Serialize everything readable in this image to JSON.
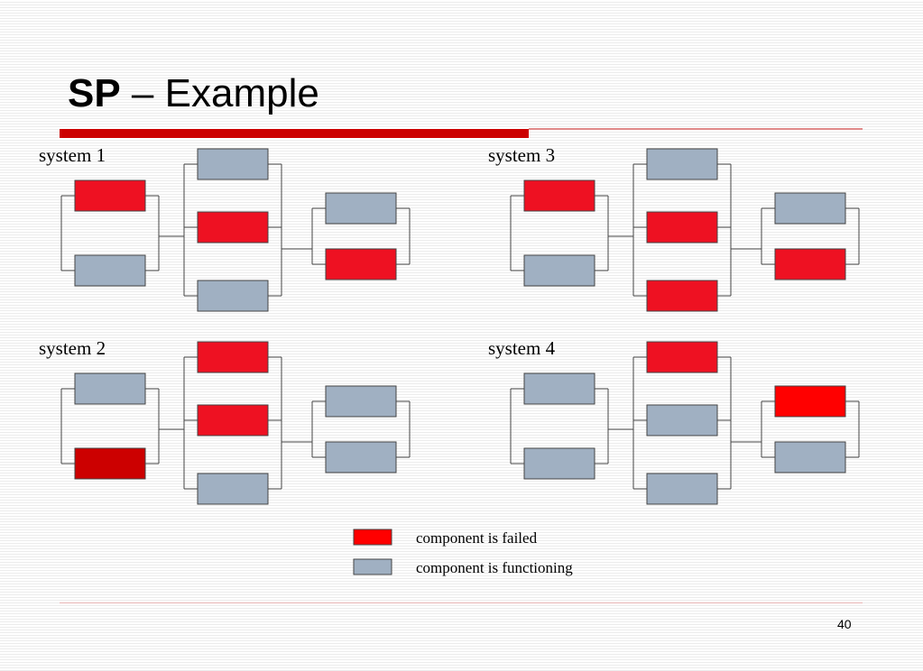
{
  "slide": {
    "title_bold": "SP",
    "title_rest": " – Example",
    "page_number": "40"
  },
  "colors": {
    "failed": "#ee1122",
    "failed_dark": "#cc0000",
    "failed_bright": "#ff0000",
    "functioning": "#a0b0c2",
    "wire": "#444444"
  },
  "legend": {
    "failed_label": "component is failed",
    "functioning_label": "component is functioning"
  },
  "systems": [
    {
      "label": "system 1",
      "stage1": [
        "failed",
        "functioning"
      ],
      "stage2": [
        "functioning",
        "failed",
        "functioning"
      ],
      "stage3": [
        "functioning",
        "failed"
      ]
    },
    {
      "label": "system 2",
      "stage1": [
        "functioning",
        "failed_dark"
      ],
      "stage2": [
        "failed",
        "failed",
        "functioning"
      ],
      "stage3": [
        "functioning",
        "functioning"
      ]
    },
    {
      "label": "system 3",
      "stage1": [
        "failed",
        "functioning"
      ],
      "stage2": [
        "functioning",
        "failed",
        "failed"
      ],
      "stage3": [
        "functioning",
        "failed"
      ]
    },
    {
      "label": "system 4",
      "stage1": [
        "functioning",
        "functioning"
      ],
      "stage2": [
        "failed",
        "functioning",
        "functioning"
      ],
      "stage3": [
        "failed_bright",
        "functioning"
      ]
    }
  ]
}
